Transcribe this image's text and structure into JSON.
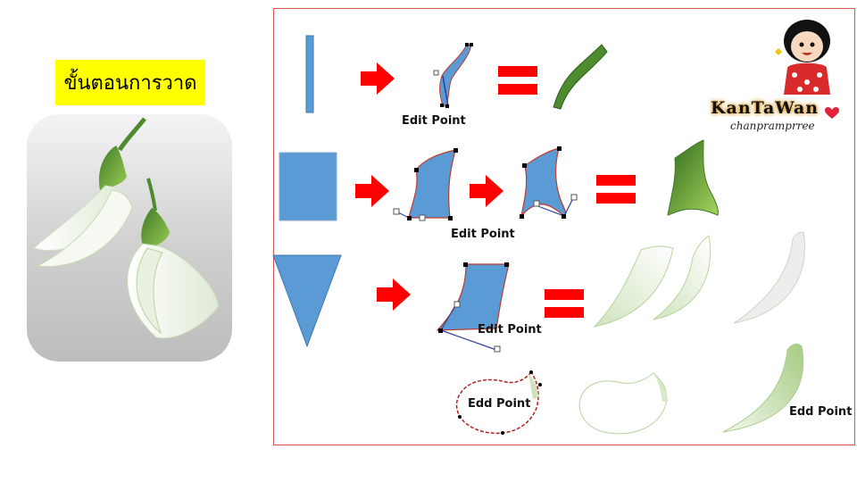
{
  "title": "ขั้นตอนการวาด",
  "labels": {
    "step1": "Edit Point",
    "step2": "Edit Point",
    "step3": "Edit Point",
    "step4": "Edd Point",
    "step5": "Edd Point"
  },
  "logo": {
    "name": "KanTaWan",
    "subtitle": "chanpramprree"
  },
  "colors": {
    "shape_blue": "#5b9bd5",
    "arrow_red": "#ff0000",
    "leaf_green": "#4e8a2e",
    "frame_red": "#d9534f",
    "title_yellow": "#ffff00"
  },
  "icons": [
    "arrow-right-icon",
    "equals-icon",
    "mascot-icon",
    "heart-icon"
  ]
}
